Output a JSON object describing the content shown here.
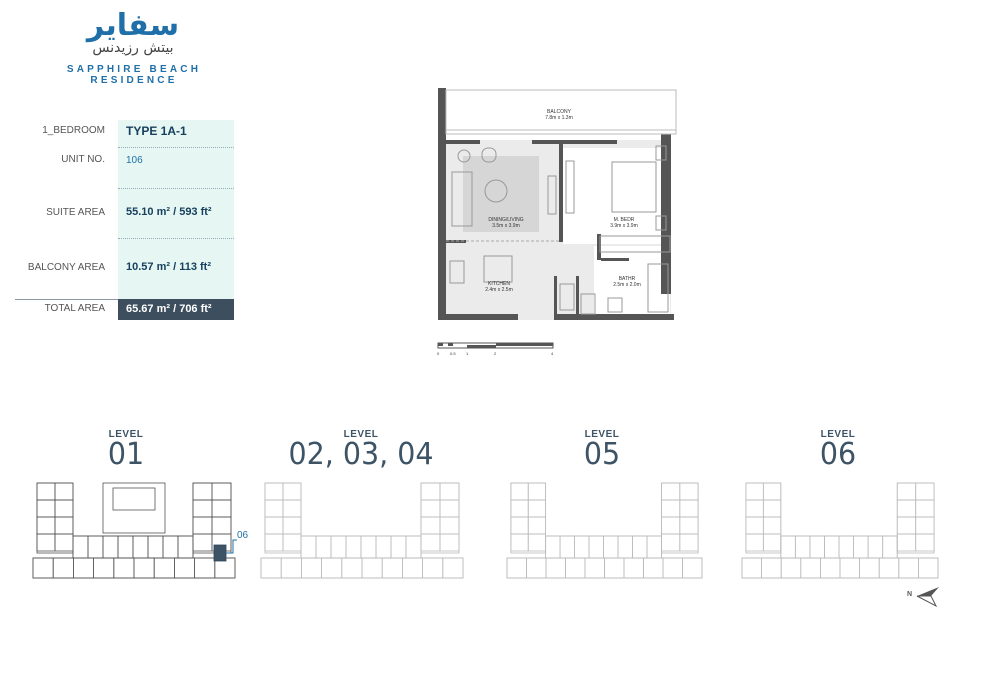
{
  "logo": {
    "arabic_name": "سفاير",
    "arabic_sub": "بيتش رزيدنس",
    "english": "SAPPHIRE BEACH RESIDENCE"
  },
  "specs": {
    "type_label": "1_BEDROOM",
    "type_value": "TYPE 1A-1",
    "unit_label": "UNIT NO.",
    "unit_value": "106",
    "suite_label": "SUITE AREA",
    "suite_value": "55.10 m² / 593 ft²",
    "balcony_label": "BALCONY AREA",
    "balcony_value": "10.57 m² / 113 ft²",
    "total_label": "TOTAL AREA",
    "total_value": "65.67 m² / 706 ft²"
  },
  "floorplan": {
    "rooms": [
      {
        "name": "BALCONY",
        "size": "7.8m x 1.3m"
      },
      {
        "name": "DINING/LIVING",
        "size": "3.5m x 3.9m"
      },
      {
        "name": "M. BEDR",
        "size": "3.9m x 3.9m"
      },
      {
        "name": "KITCHEN",
        "size": "2.4m x 2.5m"
      },
      {
        "name": "BATHR",
        "size": "2.5m x 2.0m"
      }
    ],
    "scale_ticks": [
      "0",
      "0.5",
      "1",
      "2",
      "4"
    ]
  },
  "levels": [
    {
      "title": "LEVEL",
      "number": "01",
      "unit_marker": "06"
    },
    {
      "title": "LEVEL",
      "number": "02, 03, 04"
    },
    {
      "title": "LEVEL",
      "number": "05"
    },
    {
      "title": "LEVEL",
      "number": "06"
    }
  ],
  "north_label": "N",
  "colors": {
    "brand": "#1f6fa8",
    "panel": "#e6f6f3",
    "dark": "#3d4f5f"
  }
}
